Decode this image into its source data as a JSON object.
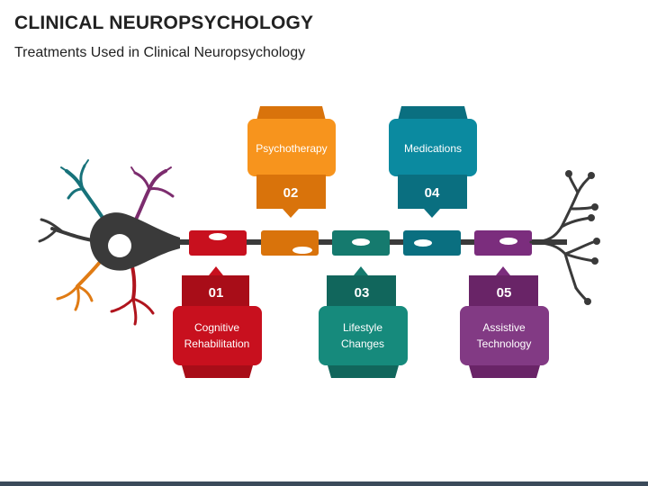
{
  "header": {
    "title": "CLINICAL NEUROPSYCHOLOGY",
    "subtitle": "Treatments Used in Clinical Neuropsychology"
  },
  "colors": {
    "red": "#c8101e",
    "orange": "#f7941d",
    "orange_dark": "#d9730b",
    "teal": "#157a6e",
    "blue": "#0b8aa0",
    "blue_dark": "#0a6f80",
    "purple": "#7b2d7d",
    "axon": "#3a3a3a"
  },
  "items": [
    {
      "number": "01",
      "label_line1": "Cognitive",
      "label_line2": "Rehabilitation"
    },
    {
      "number": "02",
      "label_line1": "Psychotherapy",
      "label_line2": ""
    },
    {
      "number": "03",
      "label_line1": "Lifestyle",
      "label_line2": "Changes"
    },
    {
      "number": "04",
      "label_line1": "Medications",
      "label_line2": ""
    },
    {
      "number": "05",
      "label_line1": "Assistive",
      "label_line2": "Technology"
    }
  ]
}
